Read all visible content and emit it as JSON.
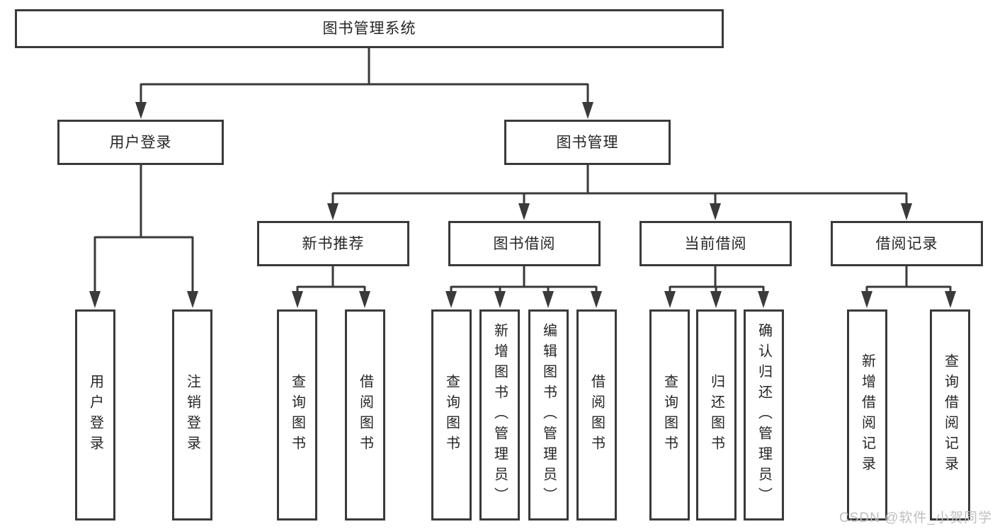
{
  "nodes": {
    "root": "图书管理系统",
    "l2": [
      "用户登录",
      "图书管理"
    ],
    "l3": [
      "新书推荐",
      "图书借阅",
      "当前借阅",
      "借阅记录"
    ],
    "leaves": [
      "用户登录",
      "注销登录",
      "查询图书",
      "借阅图书",
      "查询图书",
      "新增图书（管理员）",
      "编辑图书（管理员）",
      "借阅图书",
      "查询图书",
      "归还图书",
      "确认归还（管理员）",
      "新增借阅记录",
      "查询借阅记录"
    ]
  },
  "tree": {
    "root": "图书管理系统",
    "children": [
      {
        "label": "用户登录",
        "children": [
          "用户登录",
          "注销登录"
        ]
      },
      {
        "label": "图书管理",
        "children": [
          {
            "label": "新书推荐",
            "children": [
              "查询图书",
              "借阅图书"
            ]
          },
          {
            "label": "图书借阅",
            "children": [
              "查询图书",
              "新增图书（管理员）",
              "编辑图书（管理员）",
              "借阅图书"
            ]
          },
          {
            "label": "当前借阅",
            "children": [
              "查询图书",
              "归还图书",
              "确认归还（管理员）"
            ]
          },
          {
            "label": "借阅记录",
            "children": [
              "新增借阅记录",
              "查询借阅记录"
            ]
          }
        ]
      }
    ]
  },
  "watermark": {
    "text": "CSDN @软件_小贺同学",
    "color": "#bfbfbf"
  },
  "colors": {
    "line": "#3a3a3a",
    "box_border": "#3a3a3a",
    "text": "#262626",
    "background": "#ffffff"
  }
}
